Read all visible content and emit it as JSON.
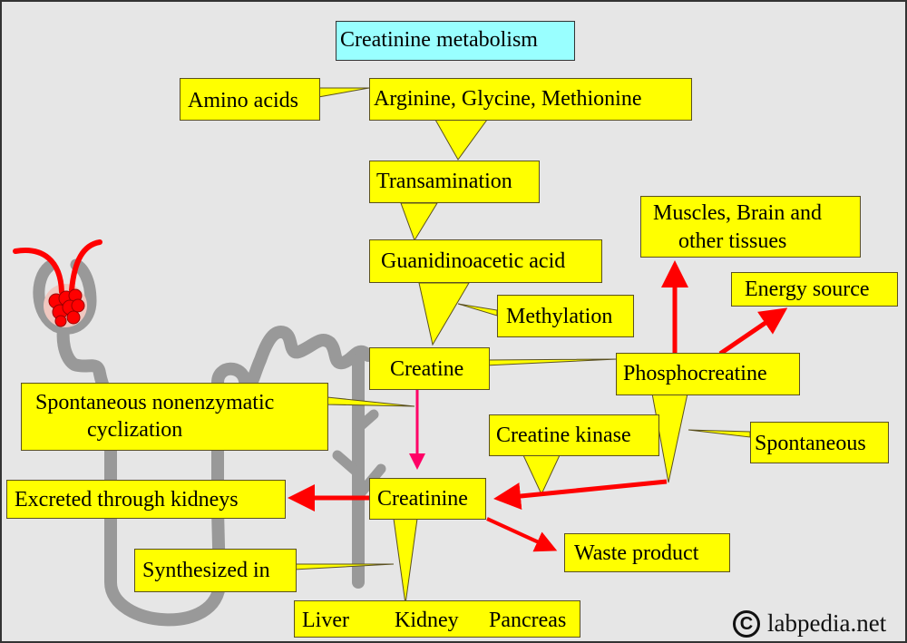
{
  "title": "Creatinine metabolism",
  "colors": {
    "background": "#e6e6e6",
    "callout_fill": "#ffff00",
    "title_fill": "#99ffff",
    "arrow_red": "#ff0000",
    "arrow_pink": "#ff0066",
    "kidney_gray": "#999999"
  },
  "nodes": {
    "amino_acids": "Amino acids",
    "precursors": "Arginine, Glycine, Methionine",
    "transamination": "Transamination",
    "guanidinoacetic_acid": "Guanidinoacetic acid",
    "methylation": "Methylation",
    "creatine": "Creatine",
    "phosphocreatine": "Phosphocreatine",
    "tissues_line1": "Muscles, Brain and",
    "tissues_line2": "other tissues",
    "energy_source": "Energy source",
    "cyclization_line1": "Spontaneous nonenzymatic",
    "cyclization_line2": "cyclization",
    "creatine_kinase": "Creatine kinase",
    "spontaneous": "Spontaneous",
    "creatinine": "Creatinine",
    "excreted": "Excreted through kidneys",
    "waste_product": "Waste product",
    "synthesized_in": "Synthesized in",
    "sites": [
      "Liver",
      "Kidney",
      "Pancreas"
    ]
  },
  "watermark": {
    "icon": "copyright-icon",
    "icon_glyph": "C",
    "text": "labpedia.net"
  }
}
